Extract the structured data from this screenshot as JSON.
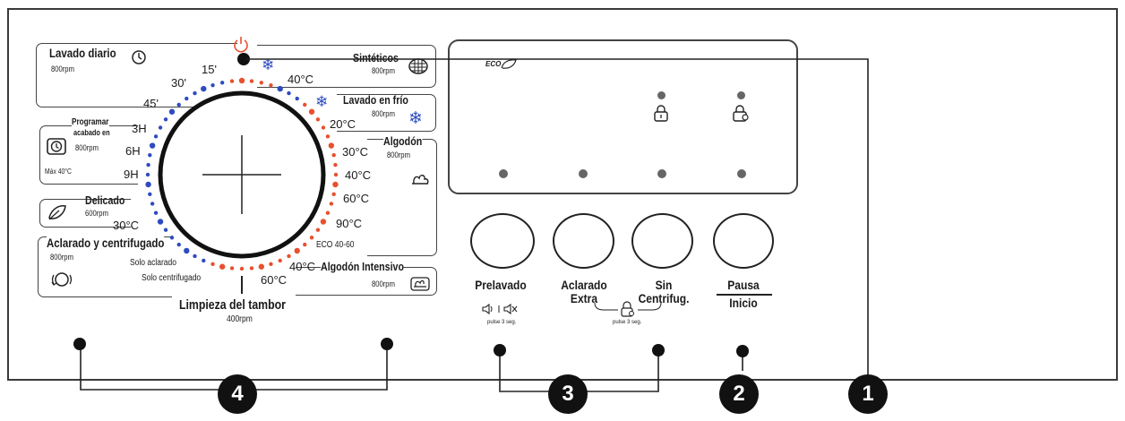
{
  "dial": {
    "time_labels": [
      "15'",
      "30'",
      "45'",
      "3H",
      "6H",
      "9H"
    ],
    "temp_labels": [
      "40°C",
      "20°C",
      "30°C",
      "40°C",
      "60°C",
      "90°C",
      "30°C",
      "40°C",
      "60°C"
    ],
    "eco_label": "ECO 40-60",
    "bottom_title": "Limpieza del tambor",
    "bottom_rpm": "400rpm"
  },
  "programs": {
    "lavado_diario": {
      "title": "Lavado diario",
      "rpm": "800rpm"
    },
    "programar": {
      "title_line1": "Programar",
      "title_line2": "acabado en",
      "rpm": "800rpm",
      "max": "Máx 40°C"
    },
    "delicado": {
      "title": "Delicado",
      "rpm": "600rpm"
    },
    "aclarado_centrifugado": {
      "title": "Aclarado y centrifugado",
      "rpm": "800rpm",
      "option1": "Solo aclarado",
      "option2": "Solo centrifugado"
    },
    "sinteticos": {
      "title": "Sintéticos",
      "rpm": "800rpm"
    },
    "lavado_frio": {
      "title": "Lavado en frío",
      "rpm": "800rpm"
    },
    "algodon": {
      "title": "Algodón",
      "rpm": "800rpm"
    },
    "algodon_intensivo": {
      "title": "Algodón Intensivo",
      "rpm": "800rpm"
    }
  },
  "display": {
    "eco_icon_text": "ECO"
  },
  "buttons": {
    "prelavado": {
      "label": "Prelavado",
      "hint": "pulse 3 seg."
    },
    "aclarado_extra": {
      "line1": "Aclarado",
      "line2": "Extra"
    },
    "sin_centrifug": {
      "line1": "Sin",
      "line2": "Centrifug."
    },
    "pausa_inicio": {
      "line1": "Pausa",
      "line2": "Inicio"
    },
    "lock_hint": "pulse 3 seg."
  },
  "callouts": [
    "1",
    "2",
    "3",
    "4"
  ],
  "colors": {
    "red_dots": "#e8502e",
    "blue_dots": "#2e4bbf",
    "power": "#e8502e",
    "snow": "#2e4bbf"
  }
}
